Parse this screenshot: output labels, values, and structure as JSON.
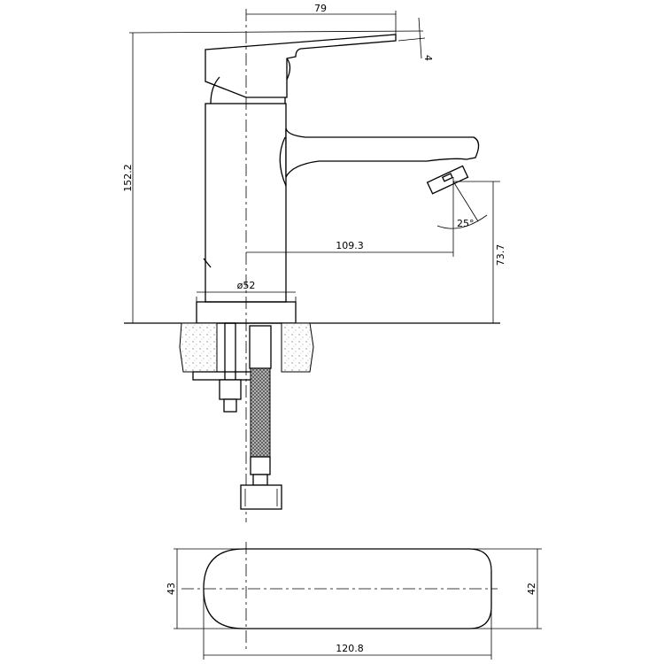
{
  "title": "Basin mixer tap technical drawing",
  "dimensions": {
    "handle_reach": "79",
    "handle_tilt": "4",
    "total_height": "152.2",
    "spout_angle": "25°",
    "spout_reach": "109.3",
    "spout_height": "73.7",
    "base_diameter": "ø52",
    "top_view_left_width": "43",
    "top_view_right_width": "42",
    "top_view_length": "120.8"
  },
  "colors": {
    "line": "#000000",
    "background": "#ffffff"
  }
}
